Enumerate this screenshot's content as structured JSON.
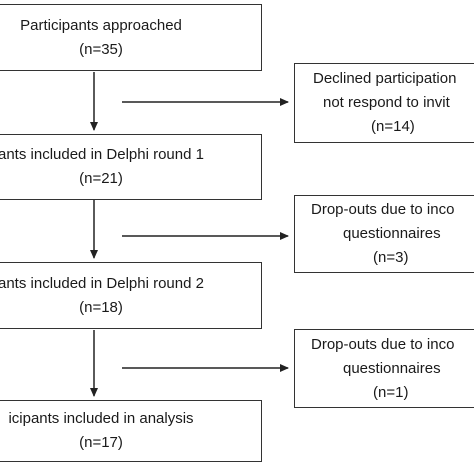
{
  "flowchart": {
    "main_boxes": [
      {
        "line1": "Participants approached",
        "line2": "(n=35)"
      },
      {
        "line1": "ants included in Delphi round 1",
        "line2": "(n=21)"
      },
      {
        "line1": "ants included in Delphi round 2",
        "line2": "(n=18)"
      },
      {
        "line1": "icipants included in analysis",
        "line2": "(n=17)"
      }
    ],
    "side_boxes": [
      {
        "line1": "Declined participation",
        "line2": "not respond to invit",
        "line3": "(n=14)"
      },
      {
        "line1": "Drop-outs due to inco",
        "line2": "questionnaires",
        "line3": "(n=3)"
      },
      {
        "line1": "Drop-outs due to inco",
        "line2": "questionnaires",
        "line3": "(n=1)"
      }
    ]
  },
  "colors": {
    "border": "#333333",
    "arrow": "#222222",
    "text": "#1a1a1a",
    "background": "#ffffff"
  }
}
